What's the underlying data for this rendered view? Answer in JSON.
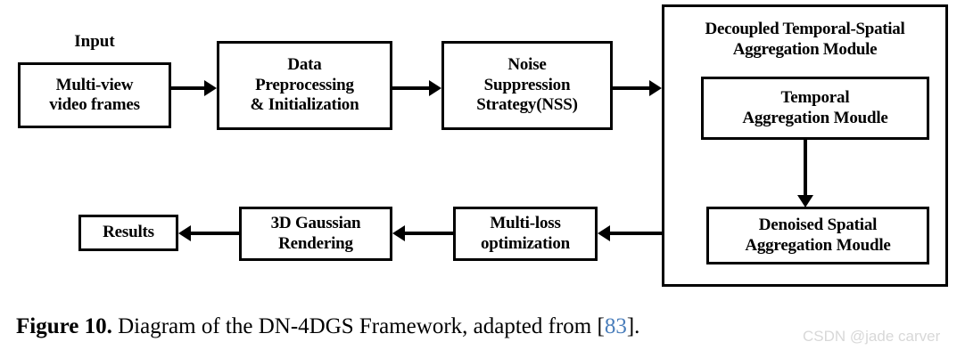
{
  "figure": {
    "type": "flowchart",
    "title": "DN-4DGS Framework diagram",
    "input_label": "Input",
    "nodes": [
      {
        "id": "input",
        "label": "Multi-view\nvideo frames"
      },
      {
        "id": "preprocess",
        "label": "Data\nPreprocessing\n& Initialization"
      },
      {
        "id": "nss",
        "label": "Noise\nSuppression\nStrategy(NSS)"
      },
      {
        "id": "temporal",
        "label": "Temporal\nAggregation Moudle"
      },
      {
        "id": "denoised",
        "label": "Denoised Spatial\nAggregation Moudle"
      },
      {
        "id": "multiloss",
        "label": "Multi-loss\noptimization"
      },
      {
        "id": "rendering",
        "label": "3D Gaussian\nRendering"
      },
      {
        "id": "results",
        "label": "Results"
      }
    ],
    "module": {
      "title": "Decoupled Temporal-Spatial\nAggregation Module"
    },
    "edges": [
      {
        "from": "input",
        "to": "preprocess",
        "direction": "right"
      },
      {
        "from": "preprocess",
        "to": "nss",
        "direction": "right"
      },
      {
        "from": "nss",
        "to": "module",
        "direction": "right"
      },
      {
        "from": "temporal",
        "to": "denoised",
        "direction": "down"
      },
      {
        "from": "module",
        "to": "multiloss",
        "direction": "left"
      },
      {
        "from": "multiloss",
        "to": "rendering",
        "direction": "left"
      },
      {
        "from": "rendering",
        "to": "results",
        "direction": "left"
      }
    ]
  },
  "caption": {
    "figure_number": "Figure 10.",
    "text_before": " Diagram of the DN-4DGS Framework, adapted from [",
    "reference": "83",
    "text_after": "]."
  },
  "watermark": {
    "text": "CSDN @jade carver"
  },
  "colors": {
    "stroke": "#000000",
    "background": "#ffffff",
    "reference_link": "#4a7ebb",
    "watermark": "#d8d8d8"
  }
}
